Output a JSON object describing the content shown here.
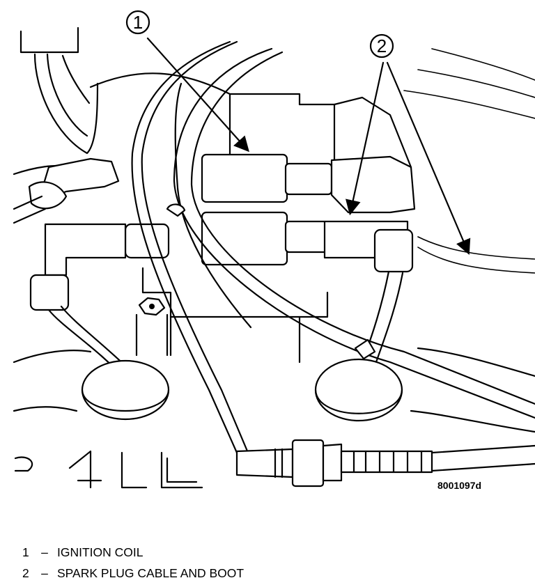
{
  "figure": {
    "id": "8001097d",
    "callouts": [
      {
        "number": "1"
      },
      {
        "number": "2"
      }
    ]
  },
  "legend": [
    {
      "number": "1",
      "separator": "–",
      "label": "IGNITION COIL"
    },
    {
      "number": "2",
      "separator": "–",
      "label": "SPARK PLUG CABLE AND BOOT"
    }
  ],
  "colors": {
    "ink": "#000000",
    "paper": "#ffffff"
  }
}
